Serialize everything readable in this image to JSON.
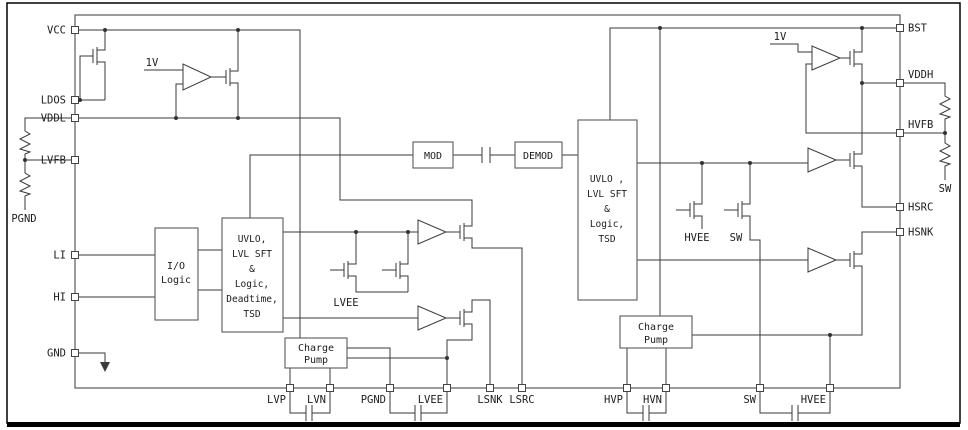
{
  "pins": {
    "left": [
      "VCC",
      "LDOS",
      "VDDL",
      "LVFB",
      "LI",
      "HI",
      "GND"
    ],
    "right": [
      "BST",
      "VDDH",
      "HVFB",
      "HSRC",
      "HSNK"
    ],
    "bottom": [
      "LVP",
      "LVN",
      "PGND",
      "LVEE",
      "LSNK",
      "LSRC",
      "HVP",
      "HVN",
      "SW",
      "HVEE"
    ]
  },
  "external": {
    "pgnd_label": "PGND",
    "sw_label": "SW"
  },
  "references": {
    "left_1v": "1V",
    "right_1v": "1V"
  },
  "internal_labels": {
    "lvee": "LVEE",
    "hvee": "HVEE",
    "sw": "SW"
  },
  "blocks": {
    "io_logic": [
      "I/O",
      "Logic"
    ],
    "ls_control": [
      "UVLO,",
      "LVL SFT",
      "&",
      "Logic,",
      "Deadtime,",
      "TSD"
    ],
    "mod": "MOD",
    "demod": "DEMOD",
    "hs_control": [
      "UVLO ,",
      "LVL SFT",
      "&",
      "Logic,",
      "TSD"
    ],
    "ls_charge_pump": [
      "Charge",
      "Pump"
    ],
    "hs_charge_pump": [
      "Charge",
      "Pump"
    ]
  }
}
